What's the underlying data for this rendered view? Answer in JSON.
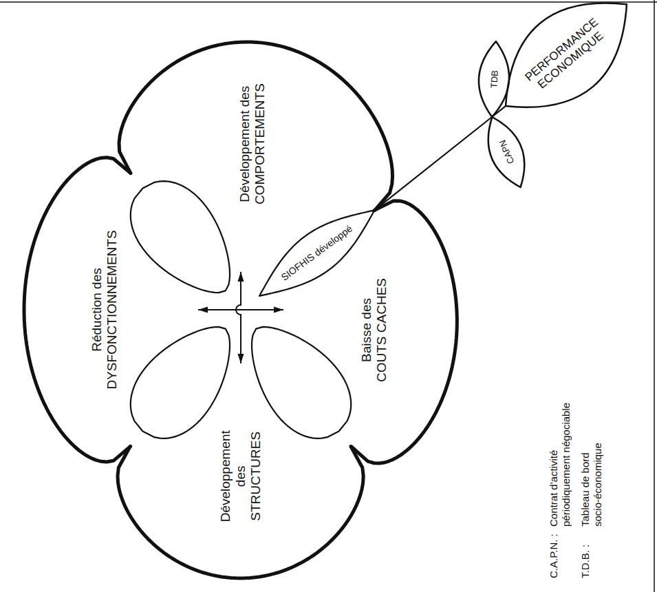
{
  "diagram": {
    "nodes": [
      {
        "text": [
          "Réduction des DYSFONCTIONNEMENTS"
        ]
      },
      {
        "text": [
          "Développement des COMPORTEMENTS"
        ]
      },
      {
        "text": [
          "Baisse des COUTS CACHES"
        ]
      },
      {
        "text": [
          "Développement des STRUCTURES"
        ]
      },
      {
        "text": [
          "TDB"
        ]
      },
      {
        "text": [
          "CAPN"
        ]
      },
      {
        "text": [
          "PERFORMANCE ECONOMIQUE"
        ]
      }
    ],
    "edges": [
      {
        "from": 0,
        "to": 2,
        "arrow": "both"
      },
      {
        "from": 1,
        "to": 3,
        "arrow": "both"
      }
    ],
    "labels": [
      "SIOFHIS développé",
      "C.A.P.N. :",
      "Contrat d'activité périodiquement négociable",
      "T.D.B. :",
      "Tableau de bord socio-économique"
    ]
  }
}
